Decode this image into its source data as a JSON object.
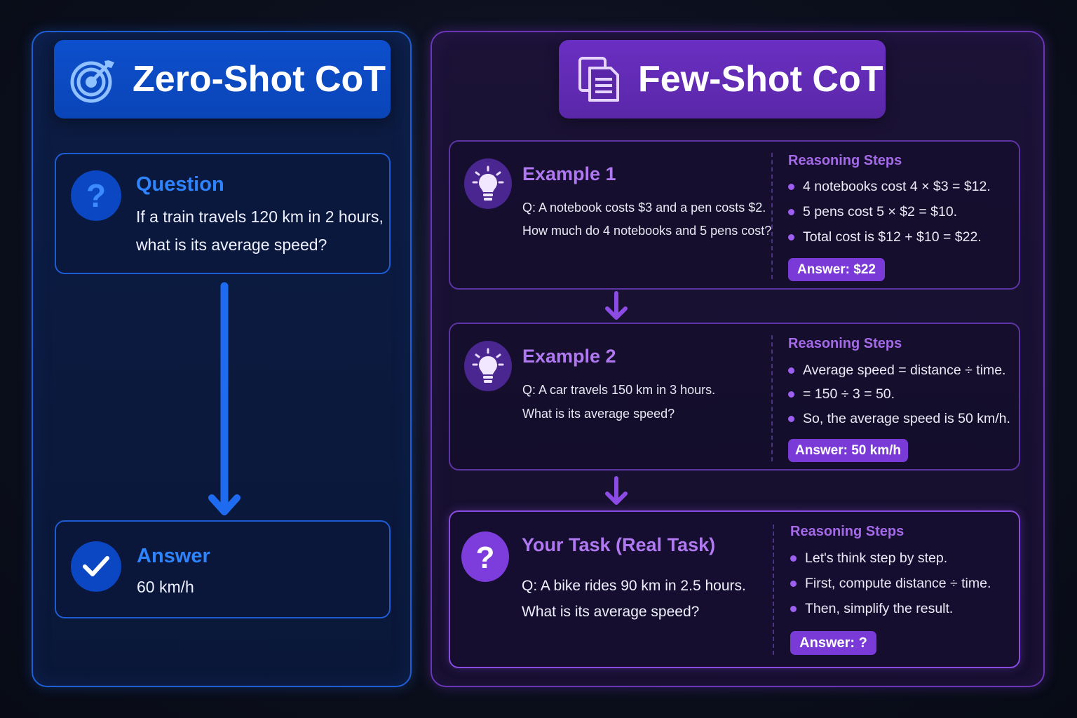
{
  "zero_shot": {
    "title": "Zero-Shot CoT",
    "question_title": "Question",
    "question_line1": "If a train travels 120 km in 2 hours,",
    "question_line2": "what is its average speed?",
    "answer_title": "Answer",
    "answer_value": "60 km/h"
  },
  "few_shot": {
    "title": "Few-Shot CoT",
    "example1": {
      "title": "Example 1",
      "q_line1": "Q: A notebook costs $3 and a pen costs $2.",
      "q_line2": "How much do 4 notebooks and 5 pens cost?",
      "steps_title": "Reasoning Steps",
      "steps": [
        "4 notebooks cost 4 × $3 = $12.",
        "5 pens cost 5 × $2 = $10.",
        "Total cost is $12 + $10 = $22."
      ],
      "answer": "Answer: $22"
    },
    "example2": {
      "title": "Example 2",
      "q_line1": "Q: A car travels 150 km in 3 hours.",
      "q_line2": "What is its average speed?",
      "steps_title": "Reasoning Steps",
      "steps": [
        "Average speed = distance ÷ time.",
        "= 150 ÷ 3 = 50.",
        "So, the average speed is 50 km/h."
      ],
      "answer": "Answer: 50 km/h"
    },
    "task": {
      "title": "Your Task (Real Task)",
      "q_line1": "Q: A bike rides 90 km in 2.5 hours.",
      "q_line2": "What is its average speed?",
      "steps_title": "Reasoning Steps",
      "steps": [
        "Let's think step by step.",
        "First, compute distance ÷ time.",
        "Then, simplify the result."
      ],
      "answer": "Answer: ?"
    }
  },
  "icons": {
    "zero_header": "target-icon",
    "few_header": "documents-icon",
    "question": "question-mark-icon",
    "answer": "checkmark-icon",
    "example": "lightbulb-icon",
    "task": "question-mark-icon"
  },
  "colors": {
    "zero_accent": "#0d4fcc",
    "few_accent": "#6a2fc2",
    "zero_title_text": "#2e84ff",
    "few_title_text": "#b079f2"
  }
}
